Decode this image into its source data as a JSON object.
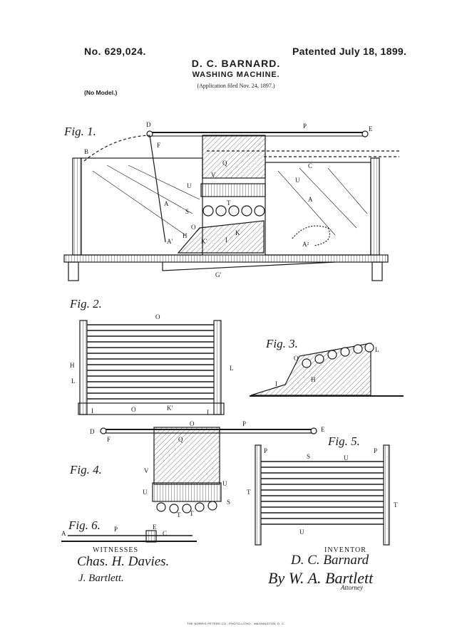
{
  "header": {
    "patent_number": "No. 629,024.",
    "patent_date": "Patented July 18, 1899.",
    "inventor": "D. C. BARNARD.",
    "title": "WASHING MACHINE.",
    "application": "(Application filed Nov. 24, 1897.)",
    "model": "(No Model.)"
  },
  "figures": {
    "fig1": "Fig. 1.",
    "fig2": "Fig. 2.",
    "fig3": "Fig. 3.",
    "fig4": "Fig. 4.",
    "fig5": "Fig. 5.",
    "fig6": "Fig. 6."
  },
  "signatures": {
    "witnesses_heading": "WITNESSES",
    "inventor_heading": "INVENTOR",
    "witness_1": "Chas. H. Davies.",
    "witness_2": "J. Bartlett.",
    "inventor_signature": "D. C. Barnard",
    "attorney_signature": "By W. A. Bartlett",
    "attorney_label": "Attorney"
  },
  "footer": {
    "printer": "THE NORRIS PETERS CO., PHOTO-LITHO., WASHINGTON, D. C."
  },
  "colors": {
    "ink": "#1a1a1a",
    "paper": "#ffffff"
  }
}
